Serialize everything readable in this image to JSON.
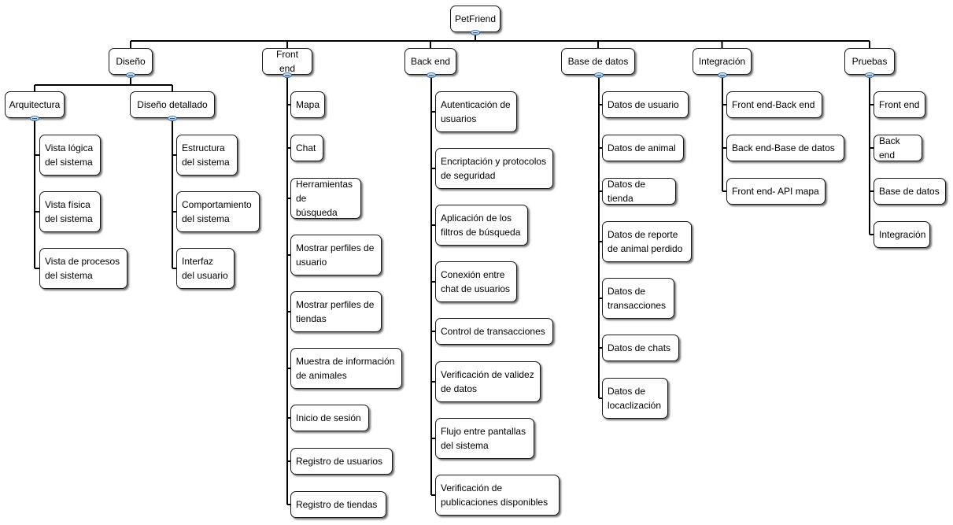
{
  "root": {
    "label": "PetFriend"
  },
  "branches": [
    {
      "id": "diseno",
      "label": "Diseño",
      "subgroups": [
        {
          "id": "arquitectura",
          "label": "Arquitectura",
          "children": [
            "Vista lógica\ndel sistema",
            "Vista física\ndel sistema",
            "Vista de procesos\ndel sistema"
          ]
        },
        {
          "id": "diseno-detallado",
          "label": "Diseño detallado",
          "children": [
            "Estructura\ndel sistema",
            "Comportamiento\ndel sistema",
            "Interfaz\ndel usuario"
          ]
        }
      ]
    },
    {
      "id": "front-end",
      "label": "Front end",
      "children": [
        "Mapa",
        "Chat",
        "Herramientas de\nbúsqueda",
        "Mostrar perfiles de\nusuario",
        "Mostrar perfiles de\ntiendas",
        "Muestra de información\nde animales",
        "Inicio de sesión",
        "Registro de usuarios",
        "Registro de tiendas"
      ]
    },
    {
      "id": "back-end",
      "label": "Back end",
      "children": [
        "Autenticación de\nusuarios",
        "Encriptación y protocolos\nde seguridad",
        "Aplicación de los\nfiltros de búsqueda",
        "Conexión entre\nchat de usuarios",
        "Control de transacciones",
        "Verificación de validez\nde datos",
        "Flujo entre pantallas\ndel sistema",
        "Verificación de\npublicaciones disponibles"
      ]
    },
    {
      "id": "base-de-datos",
      "label": "Base de datos",
      "children": [
        "Datos de usuario",
        "Datos de animal",
        "Datos de tienda",
        "Datos de reporte\nde animal perdido",
        "Datos de\ntransacciones",
        "Datos de chats",
        "Datos de\nlocaclización"
      ]
    },
    {
      "id": "integracion",
      "label": "Integración",
      "children": [
        "Front end-Back end",
        "Back end-Base de datos",
        "Front end- API mapa"
      ]
    },
    {
      "id": "pruebas",
      "label": "Pruebas",
      "children": [
        "Front end",
        "Back end",
        "Base de datos",
        "Integración"
      ]
    }
  ]
}
